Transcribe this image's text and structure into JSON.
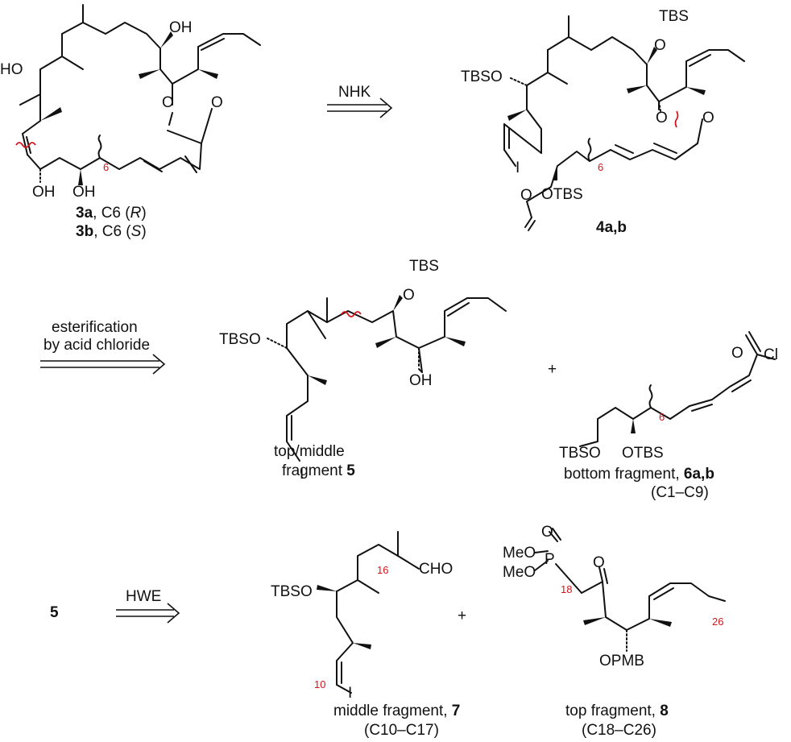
{
  "labels": {
    "c3_a_bold": "3a",
    "c3_a_rest": ", C6 (",
    "c3_a_italic": "R",
    "c3_a_close": ")",
    "c3_b_bold": "3b",
    "c3_b_rest": ", C6 (",
    "c3_b_italic": "S",
    "c3_b_close": ")",
    "c4": "4a,b",
    "c5_line1": "top/middle",
    "c5_line2_text": "fragment ",
    "c5_line2_bold": "5",
    "c6_text": "bottom fragment, ",
    "c6_bold": "6a,b",
    "c6_range": "(C1–C9)",
    "c7_text": "middle fragment, ",
    "c7_bold": "7",
    "c7_range": "(C10–C17)",
    "c8_text": "top fragment, ",
    "c8_bold": "8",
    "c8_range": "(C18–C26)",
    "start5": "5"
  },
  "arrows": {
    "nhk": "NHK",
    "ester_line1": "esterification",
    "ester_line2": "by acid chloride",
    "hwe": "HWE"
  },
  "atoms": {
    "OH": "OH",
    "HO": "HO",
    "O": "O",
    "OTBS": "OTBS",
    "TBS": "TBS",
    "TBSO": "TBSO",
    "I": "I",
    "Cl": "Cl",
    "CHO": "CHO",
    "MeO": "MeO",
    "P": "P",
    "OPMB": "OPMB",
    "plus": "+"
  },
  "numbering": {
    "c6": "6",
    "c10": "10",
    "c16": "16",
    "c18": "18",
    "c26": "26"
  }
}
